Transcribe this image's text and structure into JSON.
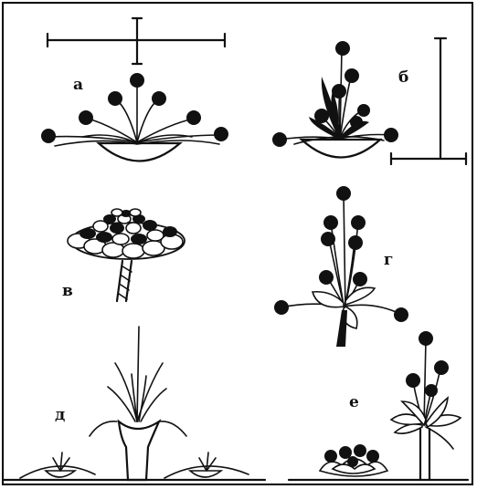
{
  "figure": {
    "labels": {
      "a": "а",
      "b": "б",
      "v": "в",
      "g": "г",
      "d": "д",
      "e": "е"
    }
  }
}
